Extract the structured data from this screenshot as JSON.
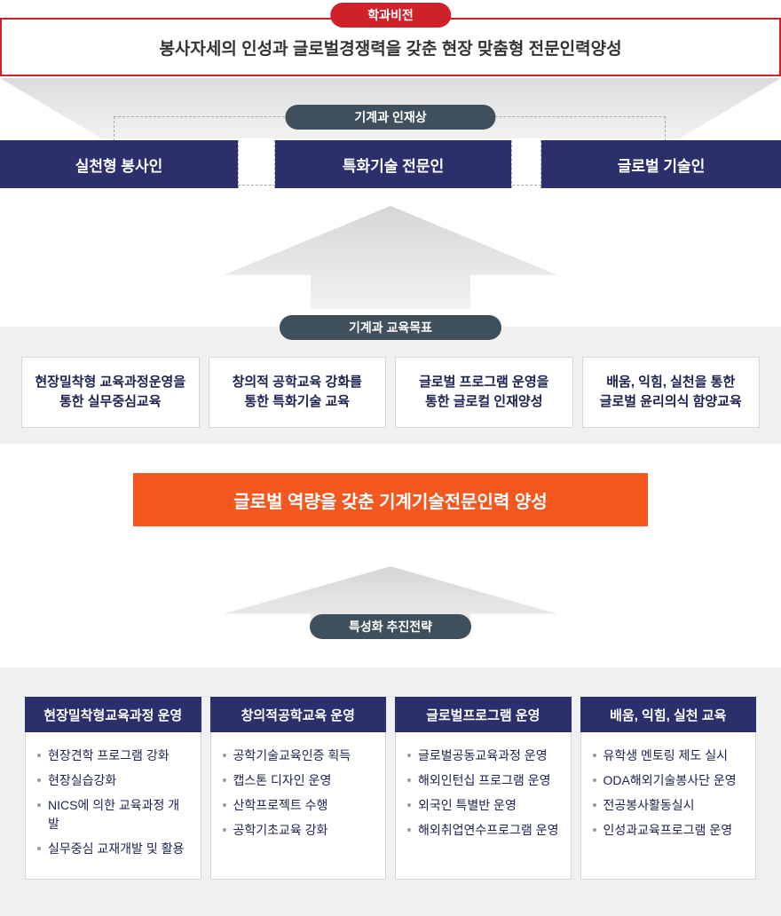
{
  "vision": {
    "badge": "학과비전",
    "text": "봉사자세의 인성과 글로벌경쟁력을 갖춘 현장 맞춤형 전문인력양성"
  },
  "talent": {
    "badge": "기계과 인재상",
    "items": [
      "실천형 봉사인",
      "특화기술 전문인",
      "글로벌 기술인"
    ]
  },
  "goals": {
    "badge": "기계과 교육목표",
    "items": [
      "현장밀착형 교육과정운영을\n통한 실무중심교육",
      "창의적 공학교육 강화를\n통한 특화기술 교육",
      "글로벌 프로그램 운영을\n통한 글로컬 인재양성",
      "배움, 익힘, 실천을 통한\n글로벌 윤리의식 함양교육"
    ]
  },
  "slogan": "글로벌 역량을 갖춘 기계기술전문인력 양성",
  "strategy": {
    "badge": "특성화 추진전략",
    "columns": [
      {
        "title": "현장밀착형교육과정 운영",
        "items": [
          "현장견학 프로그램 강화",
          "현장실습강화",
          "NICS에 의한 교육과정 개발",
          "실무중심 교재개발 및 활용"
        ]
      },
      {
        "title": "창의적공학교육 운영",
        "items": [
          "공학기술교육인증 획득",
          "캡스톤 디자인 운영",
          "산학프로젝트 수행",
          "공학기초교육 강화"
        ]
      },
      {
        "title": "글로벌프로그램 운영",
        "items": [
          "글로벌공동교육과정 운영",
          "해외인턴십 프로그램 운영",
          "외국인 특별반 운영",
          "해외취업연수프로그램 운영"
        ]
      },
      {
        "title": "배움, 익힘, 실천 교육",
        "items": [
          "유학생 멘토링 제도 실시",
          "ODA해외기술봉사단 운영",
          "전공봉사활동실시",
          "인성과교육프로그램 운영"
        ]
      }
    ]
  },
  "colors": {
    "red": "#cf2129",
    "navy": "#2b2f6b",
    "slate": "#3f4f5b",
    "orange": "#f2581f",
    "section_bg": "#f0f0f1"
  }
}
